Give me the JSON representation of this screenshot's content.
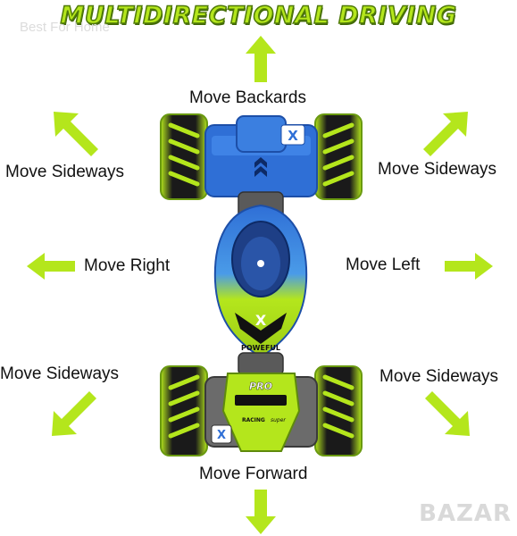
{
  "title": "MULTIDIRECTIONAL DRIVING",
  "watermark": "Best For Home",
  "labels": {
    "top": "Move Backards",
    "upper_left": "Move Sideways",
    "upper_right": "Move Sideways",
    "mid_left": "Move Right",
    "mid_right": "Move Left",
    "lower_left": "Move Sideways",
    "lower_right": "Move Sideways",
    "bottom": "Move Forward"
  },
  "car_text": {
    "badge": "X",
    "front_decal": "X",
    "side_text": "POWEFUL",
    "model": "PRO",
    "racing": "RACING",
    "super": "super",
    "rear_badge": "X"
  },
  "brand": "BAZAR",
  "colors": {
    "accent_green": "#b4e61c",
    "car_blue": "#2f6fd6",
    "tire": "#1a1a1a"
  }
}
